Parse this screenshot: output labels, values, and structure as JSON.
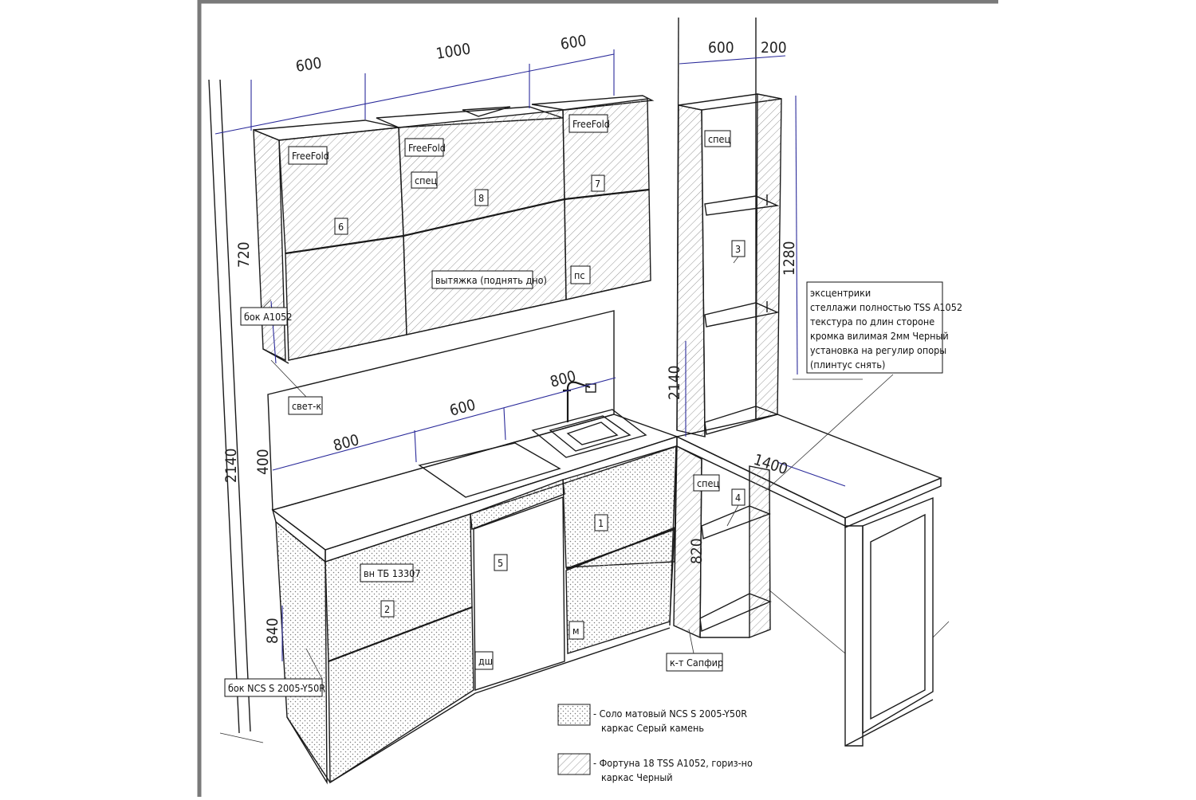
{
  "dimensions": {
    "upper_widths": [
      "600",
      "1000",
      "600"
    ],
    "upper_height": "720",
    "rack_top": [
      "600",
      "200"
    ],
    "rack_height": "1280",
    "rack_total_height": "2140",
    "wall_height": "2140",
    "backsplash_height": "400",
    "counter_widths": [
      "800",
      "600",
      "800"
    ],
    "base_height": "840",
    "table_length": "1400",
    "lower_rack_height": "820"
  },
  "labels": {
    "freefold_1": "FreeFold",
    "freefold_2": "FreeFold",
    "freefold_3": "FreeFold",
    "spec_upper": "спец",
    "spec_rack": "спец",
    "spec_lower": "спец",
    "n6": "6",
    "n8": "8",
    "n7": "7",
    "n3": "3",
    "n4": "4",
    "n1": "1",
    "n2": "2",
    "n5": "5",
    "hood": "вытяжка (поднять дно)",
    "ps": "пс",
    "side_upper": "бок A1052",
    "light": "свет-к",
    "vn_tb": "вн ТБ 13307",
    "dw": "дш",
    "m": "м",
    "plinth": "к-т Сапфир",
    "side_lower": "бок NCS S 2005-Y50R"
  },
  "note": {
    "lines": [
      "эксцентрики",
      "стеллажи полностью TSS A1052",
      "текстура по длин стороне",
      "кромка вилимая 2мм Черный",
      "установка на регулир опоры",
      "(плинтус снять)"
    ]
  },
  "legend": [
    {
      "pattern": "dots",
      "line1": "- Соло матовый NCS S 2005-Y50R",
      "line2": "каркас Серый камень"
    },
    {
      "pattern": "hatch",
      "line1": "- Фортуна 18 TSS A1052, гориз-но",
      "line2": "каркас Черный"
    }
  ]
}
